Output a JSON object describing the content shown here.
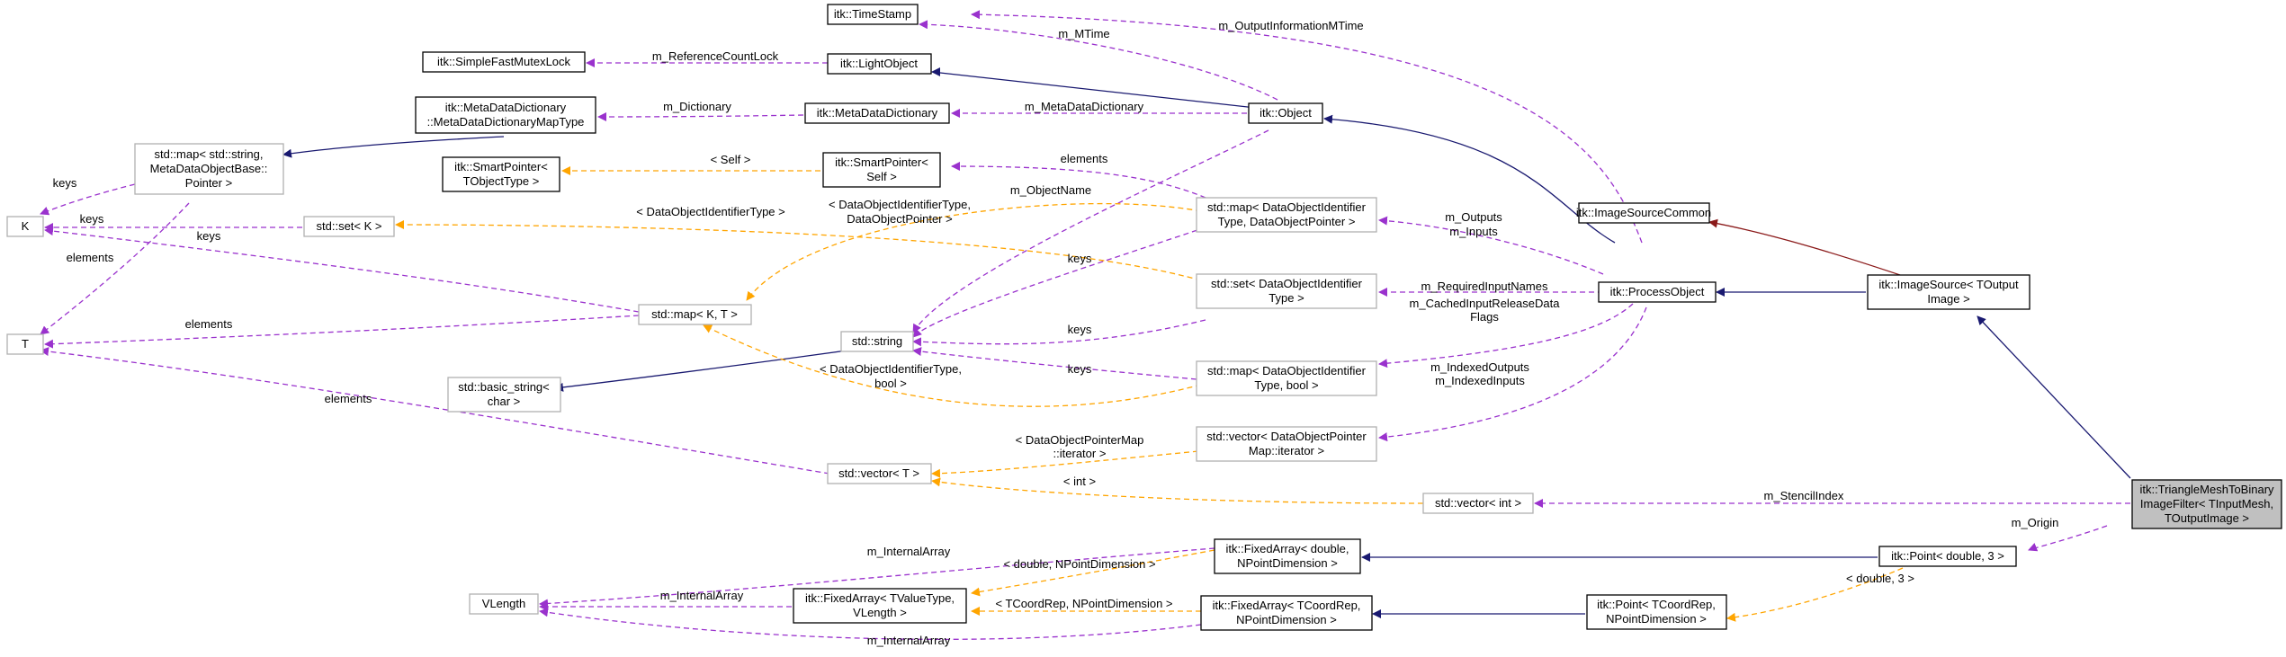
{
  "colors": {
    "inheritance": "#191970",
    "private_inheritance": "#8b1a1a",
    "member": "#9a32cd",
    "template": "#ffa500",
    "focus_fill": "#c0c0c0",
    "external_border": "#b0b0b0"
  },
  "nodes": {
    "timestamp": [
      "itk::TimeStamp"
    ],
    "lightobject": [
      "itk::LightObject"
    ],
    "mutexlock": [
      "itk::SimpleFastMutexLock"
    ],
    "metadict": [
      "itk::MetaDataDictionary"
    ],
    "metadictmap": [
      "itk::MetaDataDictionary",
      "::MetaDataDictionaryMapType"
    ],
    "object": [
      "itk::Object"
    ],
    "map_string_meta": [
      "std::map< std::string,",
      "MetaDataObjectBase::",
      "Pointer >"
    ],
    "smartptr_tobject": [
      "itk::SmartPointer<",
      "TObjectType >"
    ],
    "smartptr_self": [
      "itk::SmartPointer<",
      "Self >"
    ],
    "K": [
      "K"
    ],
    "set_K": [
      "std::set< K >"
    ],
    "map_dataobj_ptr": [
      "std::map< DataObjectIdentifier",
      "Type, DataObjectPointer >"
    ],
    "imagesourcecommon": [
      "itk::ImageSourceCommon"
    ],
    "set_dataobj": [
      "std::set< DataObjectIdentifier",
      "Type >"
    ],
    "processobject": [
      "itk::ProcessObject"
    ],
    "imagesource": [
      "itk::ImageSource< TOutput",
      "Image >"
    ],
    "map_KT": [
      "std::map< K, T >"
    ],
    "T": [
      "T"
    ],
    "string": [
      "std::string"
    ],
    "basic_string": [
      "std::basic_string<",
      "char >"
    ],
    "map_dataobj_bool": [
      "std::map< DataObjectIdentifier",
      "Type, bool >"
    ],
    "vector_dataobj": [
      "std::vector< DataObjectPointer",
      "Map::iterator >"
    ],
    "vector_T": [
      "std::vector< T >"
    ],
    "vector_int": [
      "std::vector< int >"
    ],
    "focus": [
      "itk::TriangleMeshToBinary",
      "ImageFilter< TInputMesh,",
      "TOutputImage >"
    ],
    "fixedarray_double": [
      "itk::FixedArray< double,",
      "NPointDimension >"
    ],
    "point_double": [
      "itk::Point< double, 3 >"
    ],
    "vlength": [
      "VLength"
    ],
    "fixedarray_tvalue": [
      "itk::FixedArray< TValueType,",
      "VLength >"
    ],
    "fixedarray_tcoord": [
      "itk::FixedArray< TCoordRep,",
      "NPointDimension >"
    ],
    "point_tcoord": [
      "itk::Point< TCoordRep,",
      "NPointDimension >"
    ]
  },
  "edge_labels": {
    "m_mtime": "m_MTime",
    "m_outputinfomtime": "m_OutputInformationMTime",
    "m_referencecountlock": "m_ReferenceCountLock",
    "m_dictionary": "m_Dictionary",
    "m_metadatadictionary": "m_MetaDataDictionary",
    "self_tmpl": "< Self >",
    "elements_smartptr": "elements",
    "keys_k1": "keys",
    "keys_k2": "keys",
    "keys_k3": "keys",
    "elements_t1": "elements",
    "elements_t2": "elements",
    "elements_t3": "elements",
    "dataobjtype_tmpl": "< DataObjectIdentifierType >",
    "m_objectname": "m_ObjectName",
    "dataobj_ptr_tmpl": [
      "< DataObjectIdentifierType,",
      "DataObjectPointer >"
    ],
    "keys_str1": "keys",
    "keys_str2": "keys",
    "keys_str3": "keys",
    "m_outputs_inputs": [
      "m_Outputs",
      "m_Inputs"
    ],
    "m_requiredinputnames": "m_RequiredInputNames",
    "m_cachedinput": [
      "m_CachedInputReleaseData",
      "Flags"
    ],
    "m_indexed": [
      "m_IndexedOutputs",
      "m_IndexedInputs"
    ],
    "dataobj_bool_tmpl": [
      "< DataObjectIdentifierType,",
      "bool >"
    ],
    "dataobjptrmap_tmpl": [
      "< DataObjectPointerMap",
      "::iterator >"
    ],
    "int_tmpl": "< int >",
    "m_stencilindex": "m_StencilIndex",
    "m_origin": "m_Origin",
    "m_internalarray1": "m_InternalArray",
    "m_internalarray2": "m_InternalArray",
    "m_internalarray3": "m_InternalArray",
    "double_npd_tmpl": "< double, NPointDimension >",
    "tcoord_npd_tmpl": "< TCoordRep, NPointDimension >",
    "double3_tmpl": "< double, 3 >"
  }
}
